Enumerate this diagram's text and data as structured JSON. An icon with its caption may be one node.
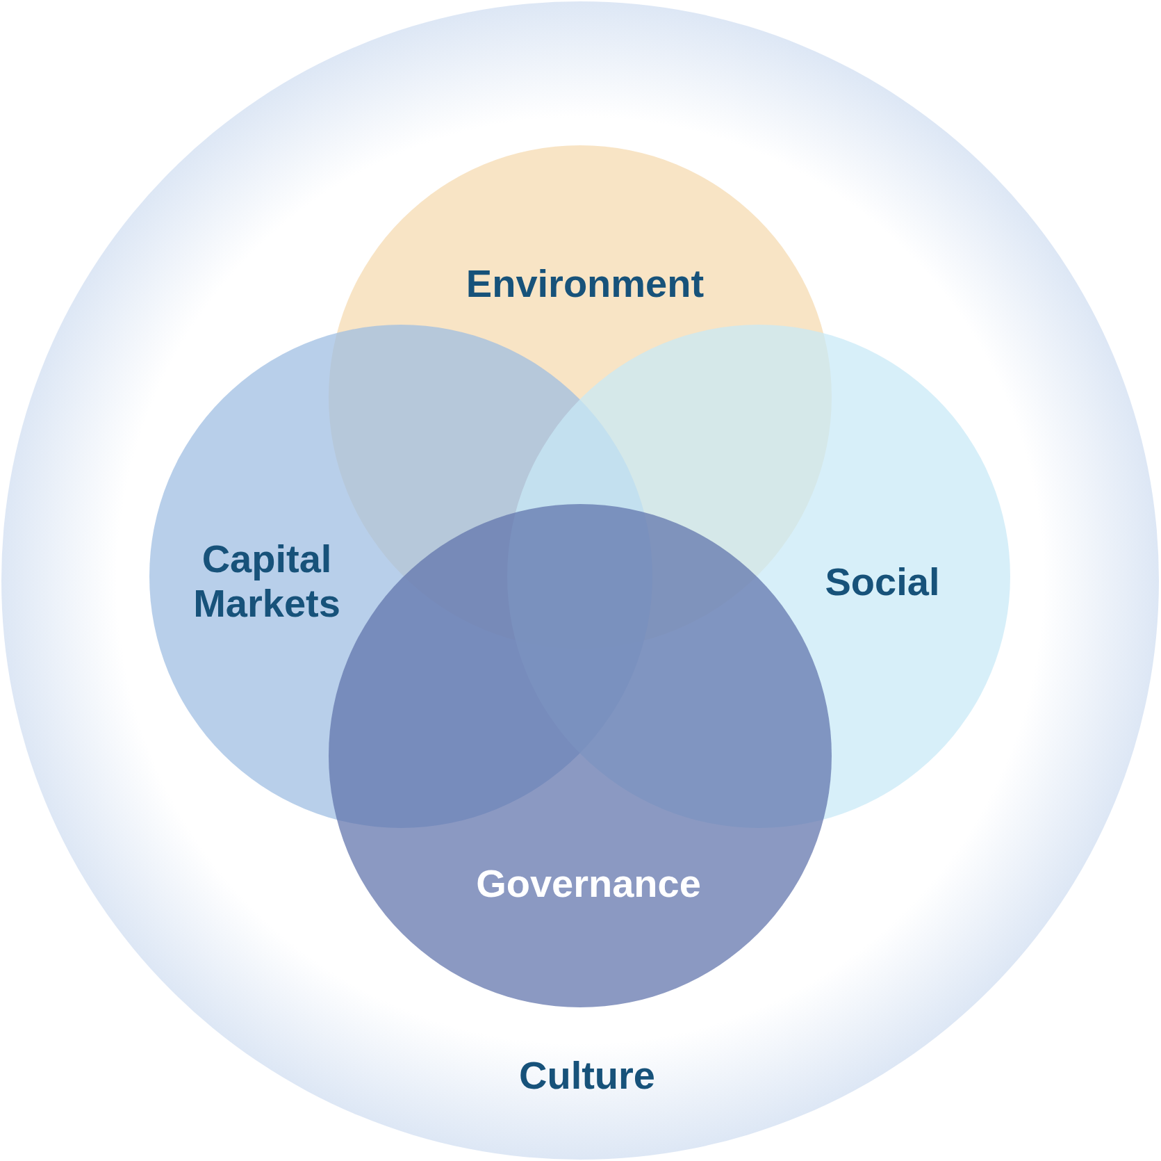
{
  "diagram": {
    "nodes": [
      {
        "text": [
          "Culture"
        ]
      },
      {
        "text": [
          "Environment"
        ],
        "in": 0
      },
      {
        "text": [
          "Capital Markets"
        ],
        "in": 0
      },
      {
        "text": [
          "Social"
        ],
        "in": 0
      },
      {
        "text": [
          "Governance"
        ],
        "in": 0
      }
    ]
  }
}
